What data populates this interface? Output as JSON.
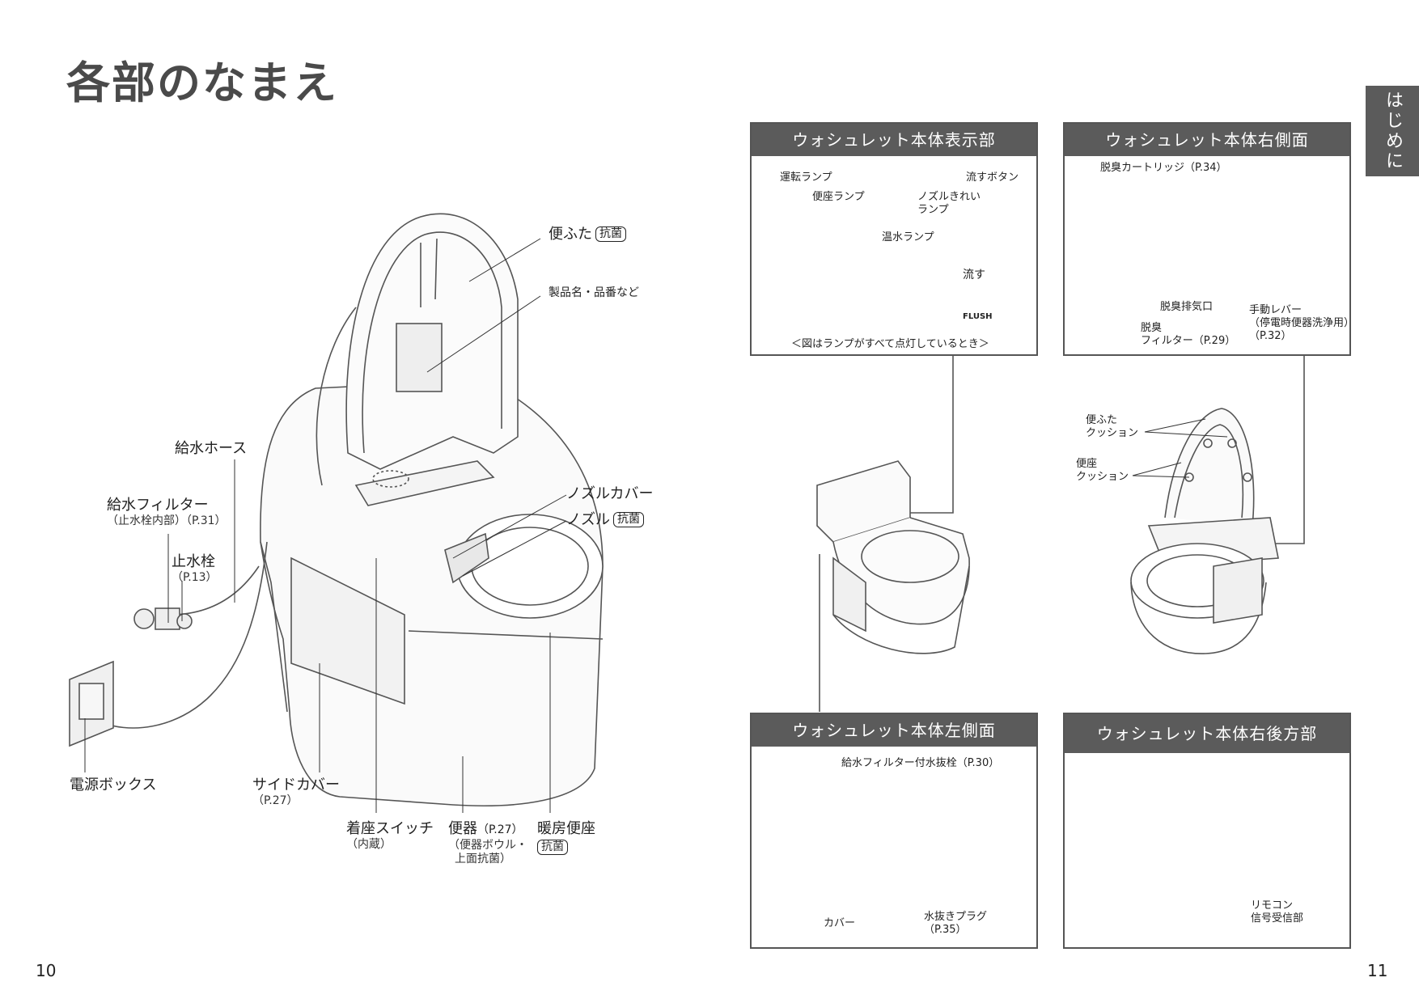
{
  "page_title": "各部のなまえ",
  "side_tab": "はじめに",
  "page_numbers": {
    "left": "10",
    "right": "11"
  },
  "badge_text": "抗菌",
  "main_labels": {
    "lid": "便ふた",
    "product_name": "製品名・品番など",
    "supply_hose": "給水ホース",
    "supply_filter": "給水フィルター",
    "supply_filter_sub": "（止水栓内部）（P.31）",
    "stop_valve": "止水栓",
    "stop_valve_sub": "（P.13）",
    "nozzle_cover": "ノズルカバー",
    "nozzle": "ノズル",
    "power_box": "電源ボックス",
    "side_cover": "サイドカバー",
    "side_cover_sub": "（P.27）",
    "seat_switch": "着座スイッチ",
    "seat_switch_sub": "（内蔵）",
    "bowl": "便器",
    "bowl_ref": "（P.27）",
    "bowl_sub1": "（便器ボウル・",
    "bowl_sub2": "上面抗菌）",
    "heated_seat": "暖房便座"
  },
  "panels": {
    "display": {
      "title": "ウォシュレット本体表示部",
      "run_lamp": "運転ランプ",
      "seat_lamp": "便座ランプ",
      "nozzle_lamp_1": "ノズルきれい",
      "nozzle_lamp_2": "ランプ",
      "flush_button": "流すボタン",
      "temp_lamp": "温水ランプ",
      "flush_key": "流す",
      "flush_en": "FLUSH",
      "note": "＜図はランプがすべて点灯しているとき＞"
    },
    "right_side": {
      "title": "ウォシュレット本体右側面",
      "cartridge": "脱臭カートリッジ（P.34）",
      "exhaust": "脱臭排気口",
      "filter_1": "脱臭",
      "filter_2": "フィルター（P.29）",
      "lever_1": "手動レバー",
      "lever_2": "（停電時便器洗浄用）",
      "lever_3": "（P.32）"
    },
    "left_side": {
      "title": "ウォシュレット本体左側面",
      "drain_valve": "給水フィルター付水抜栓（P.30）",
      "cover": "カバー",
      "drain_plug_1": "水抜きプラグ",
      "drain_plug_2": "（P.35）"
    },
    "rear_right": {
      "title": "ウォシュレット本体右後方部",
      "remote_1": "リモコン",
      "remote_2": "信号受信部"
    }
  },
  "cushions": {
    "lid_1": "便ふた",
    "lid_2": "クッション",
    "seat_1": "便座",
    "seat_2": "クッション"
  }
}
